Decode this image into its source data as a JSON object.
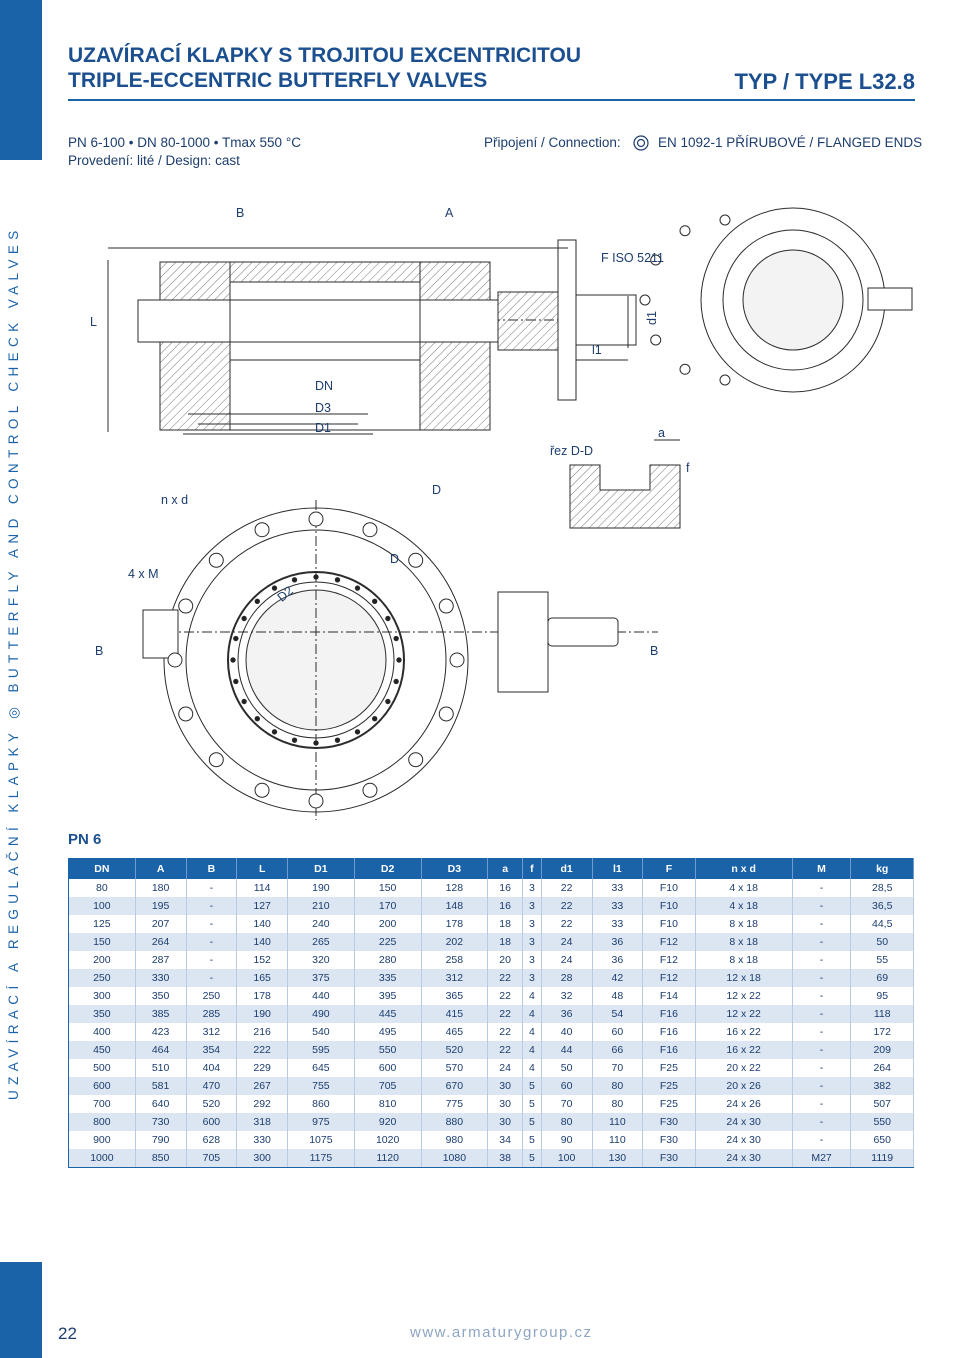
{
  "header": {
    "title_cz": "UZAVÍRACÍ KLAPKY S TROJITOU EXCENTRICITOU",
    "title_en": "TRIPLE-ECCENTRIC BUTTERFLY VALVES",
    "type": "TYP / TYPE L32.8"
  },
  "specs": {
    "line1": "PN 6-100 • DN 80-1000 • Tmax 550 °C",
    "line2": "Provedení: lité / Design: cast",
    "connection_label": "Připojení / Connection:",
    "connection_value": "EN 1092-1 PŘÍRUBOVÉ / FLANGED ENDS"
  },
  "sidebar": {
    "text": "UZAVÍRACÍ A REGULAČNÍ KLAPKY  ◎  BUTTERFLY AND CONTROL CHECK VALVES"
  },
  "drawing": {
    "labels": {
      "B_top": "B",
      "A_top": "A",
      "L": "L",
      "F_iso": "F ISO 5211",
      "d1": "d1",
      "l1": "l1",
      "DN": "DN",
      "D3": "D3",
      "D1": "D1",
      "section": "řez D-D",
      "a": "a",
      "f": "f",
      "nxd": "n x d",
      "D_upper": "D",
      "D_small": "D",
      "four_m": "4 x M",
      "D2": "D2",
      "B_left": "B",
      "B_right": "B"
    }
  },
  "pn_label": "PN 6",
  "table": {
    "headers": [
      "DN",
      "A",
      "B",
      "L",
      "D1",
      "D2",
      "D3",
      "a",
      "f",
      "d1",
      "l1",
      "F",
      "n x d",
      "M",
      "kg"
    ],
    "rows": [
      [
        "80",
        "180",
        "-",
        "114",
        "190",
        "150",
        "128",
        "16",
        "3",
        "22",
        "33",
        "F10",
        "4 x 18",
        "-",
        "28,5"
      ],
      [
        "100",
        "195",
        "-",
        "127",
        "210",
        "170",
        "148",
        "16",
        "3",
        "22",
        "33",
        "F10",
        "4 x 18",
        "-",
        "36,5"
      ],
      [
        "125",
        "207",
        "-",
        "140",
        "240",
        "200",
        "178",
        "18",
        "3",
        "22",
        "33",
        "F10",
        "8 x 18",
        "-",
        "44,5"
      ],
      [
        "150",
        "264",
        "-",
        "140",
        "265",
        "225",
        "202",
        "18",
        "3",
        "24",
        "36",
        "F12",
        "8 x 18",
        "-",
        "50"
      ],
      [
        "200",
        "287",
        "-",
        "152",
        "320",
        "280",
        "258",
        "20",
        "3",
        "24",
        "36",
        "F12",
        "8 x 18",
        "-",
        "55"
      ],
      [
        "250",
        "330",
        "-",
        "165",
        "375",
        "335",
        "312",
        "22",
        "3",
        "28",
        "42",
        "F12",
        "12 x 18",
        "-",
        "69"
      ],
      [
        "300",
        "350",
        "250",
        "178",
        "440",
        "395",
        "365",
        "22",
        "4",
        "32",
        "48",
        "F14",
        "12 x 22",
        "-",
        "95"
      ],
      [
        "350",
        "385",
        "285",
        "190",
        "490",
        "445",
        "415",
        "22",
        "4",
        "36",
        "54",
        "F16",
        "12 x 22",
        "-",
        "118"
      ],
      [
        "400",
        "423",
        "312",
        "216",
        "540",
        "495",
        "465",
        "22",
        "4",
        "40",
        "60",
        "F16",
        "16 x 22",
        "-",
        "172"
      ],
      [
        "450",
        "464",
        "354",
        "222",
        "595",
        "550",
        "520",
        "22",
        "4",
        "44",
        "66",
        "F16",
        "16 x 22",
        "-",
        "209"
      ],
      [
        "500",
        "510",
        "404",
        "229",
        "645",
        "600",
        "570",
        "24",
        "4",
        "50",
        "70",
        "F25",
        "20 x 22",
        "-",
        "264"
      ],
      [
        "600",
        "581",
        "470",
        "267",
        "755",
        "705",
        "670",
        "30",
        "5",
        "60",
        "80",
        "F25",
        "20 x 26",
        "-",
        "382"
      ],
      [
        "700",
        "640",
        "520",
        "292",
        "860",
        "810",
        "775",
        "30",
        "5",
        "70",
        "80",
        "F25",
        "24 x 26",
        "-",
        "507"
      ],
      [
        "800",
        "730",
        "600",
        "318",
        "975",
        "920",
        "880",
        "30",
        "5",
        "80",
        "110",
        "F30",
        "24 x 30",
        "-",
        "550"
      ],
      [
        "900",
        "790",
        "628",
        "330",
        "1075",
        "1020",
        "980",
        "34",
        "5",
        "90",
        "110",
        "F30",
        "24 x 30",
        "-",
        "650"
      ],
      [
        "1000",
        "850",
        "705",
        "300",
        "1175",
        "1120",
        "1080",
        "38",
        "5",
        "100",
        "130",
        "F30",
        "24 x 30",
        "M27",
        "1119"
      ]
    ]
  },
  "footer": {
    "page_number": "22",
    "website": "www.armaturygroup.cz"
  },
  "colors": {
    "brand_blue": "#1b63a8",
    "row_stripe": "#dbe6f2"
  }
}
